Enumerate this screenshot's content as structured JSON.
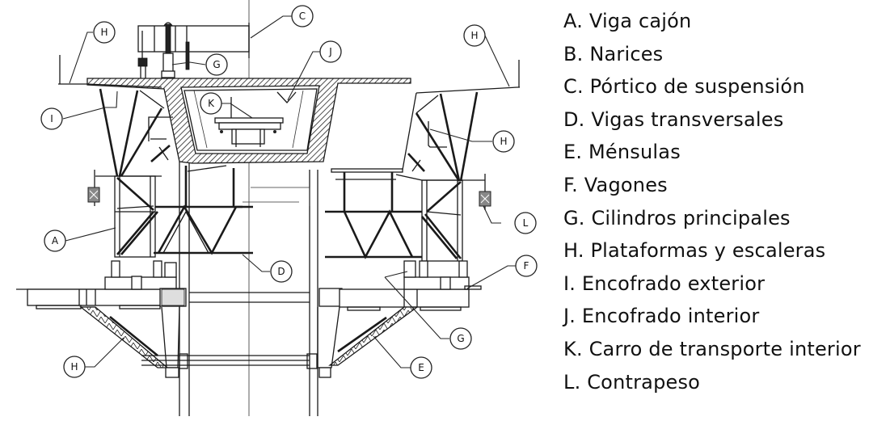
{
  "figure": {
    "subject": "Carro de avance / encofrado para voladizos sucesivos de viga cajón (sección transversal)"
  },
  "callouts": [
    {
      "id": "callout-H-top-left",
      "letter": "H"
    },
    {
      "id": "callout-C",
      "letter": "C"
    },
    {
      "id": "callout-G-top",
      "letter": "G"
    },
    {
      "id": "callout-J",
      "letter": "J"
    },
    {
      "id": "callout-H-top-right",
      "letter": "H"
    },
    {
      "id": "callout-I",
      "letter": "I"
    },
    {
      "id": "callout-K",
      "letter": "K"
    },
    {
      "id": "callout-H-mid-right",
      "letter": "H"
    },
    {
      "id": "callout-L",
      "letter": "L"
    },
    {
      "id": "callout-A",
      "letter": "A"
    },
    {
      "id": "callout-D",
      "letter": "D"
    },
    {
      "id": "callout-F",
      "letter": "F"
    },
    {
      "id": "callout-G-bottom",
      "letter": "G"
    },
    {
      "id": "callout-H-bottom-left",
      "letter": "H"
    },
    {
      "id": "callout-E",
      "letter": "E"
    }
  ],
  "legend": [
    {
      "key": "A",
      "text": "A. Viga cajón"
    },
    {
      "key": "B",
      "text": "B. Narices"
    },
    {
      "key": "C",
      "text": "C. Pórtico de suspensión"
    },
    {
      "key": "D",
      "text": "D. Vigas transversales"
    },
    {
      "key": "E",
      "text": "E. Ménsulas"
    },
    {
      "key": "F",
      "text": "F. Vagones"
    },
    {
      "key": "G",
      "text": "G. Cilindros principales"
    },
    {
      "key": "H",
      "text": "H. Plataformas y escaleras"
    },
    {
      "key": "I",
      "text": "I. Encofrado exterior"
    },
    {
      "key": "J",
      "text": "J. Encofrado interior"
    },
    {
      "key": "K",
      "text": "K. Carro de transporte interior"
    },
    {
      "key": "L",
      "text": "L. Contrapeso"
    }
  ]
}
